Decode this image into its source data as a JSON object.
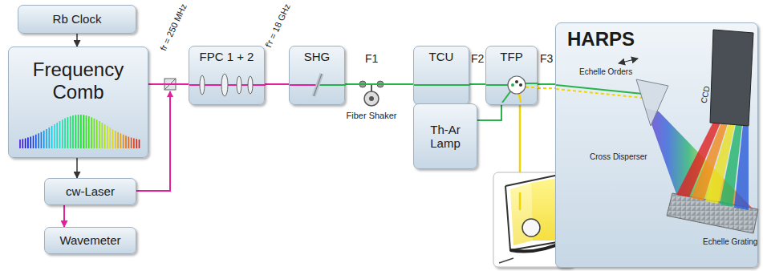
{
  "diagram": {
    "nodes": [
      {
        "text": [
          "Rb Clock"
        ]
      },
      {
        "text": [
          "Frequency Comb"
        ]
      },
      {
        "text": [
          "cw-Laser"
        ]
      },
      {
        "text": [
          "Wavemeter"
        ]
      },
      {
        "text": [
          "FPC 1 + 2"
        ]
      },
      {
        "text": [
          "SHG"
        ]
      },
      {
        "text": [
          "TCU"
        ]
      },
      {
        "text": [
          "Th-Ar Lamp"
        ]
      },
      {
        "text": [
          "TFP"
        ]
      },
      {
        "text": [
          "HARPS"
        ]
      }
    ],
    "edges": [
      {
        "from": 0,
        "to": 1,
        "arrow": "to"
      },
      {
        "from": 1,
        "to": 2,
        "arrow": "to"
      },
      {
        "from": 2,
        "to": 3,
        "arrow": "to"
      },
      {
        "from": 1,
        "to": 4,
        "arrow": "none"
      },
      {
        "from": 4,
        "to": 5,
        "arrow": "none"
      },
      {
        "from": 5,
        "to": 6,
        "arrow": "none"
      },
      {
        "from": 6,
        "to": 8,
        "arrow": "none"
      },
      {
        "from": 7,
        "to": 8,
        "arrow": "none"
      },
      {
        "from": 8,
        "to": 9,
        "arrow": "none"
      }
    ],
    "labels": [
      "fr = 250 MHz",
      "f'r = 18 GHz",
      "F1",
      "Fiber Shaker",
      "F2",
      "F3",
      "Echelle Orders",
      "CCD",
      "Cross Disperser",
      "Echelle Grating"
    ]
  }
}
